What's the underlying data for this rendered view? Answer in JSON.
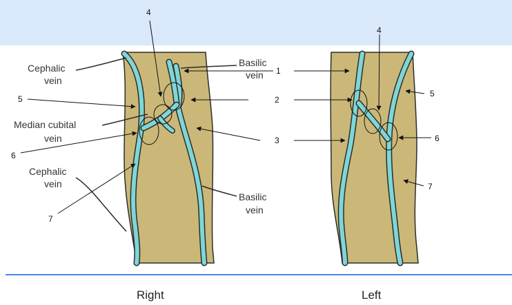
{
  "labels": {
    "cephalic_vein_top": [
      "Cephalic",
      "vein"
    ],
    "basilic_vein_top": [
      "Basilic",
      "vein"
    ],
    "median_cubital_vein": [
      "Median cubital",
      "vein"
    ],
    "cephalic_vein_bottom": [
      "Cephalic",
      "vein"
    ],
    "basilic_vein_bottom": [
      "Basilic",
      "vein"
    ]
  },
  "numbers": {
    "n1": "1",
    "n2": "2",
    "n3": "3",
    "n4_right": "4",
    "n4_left": "4",
    "n5_right": "5",
    "n5_left": "5",
    "n6_right": "6",
    "n6_left": "6",
    "n7_right": "7",
    "n7_left": "7"
  },
  "captions": {
    "right": "Right",
    "left": "Left"
  },
  "colors": {
    "arm": "#cbb878",
    "vein": "#7fd6d6",
    "outline": "#2c2c2c",
    "band": "#dae8fc",
    "divider": "#4a86e8"
  }
}
